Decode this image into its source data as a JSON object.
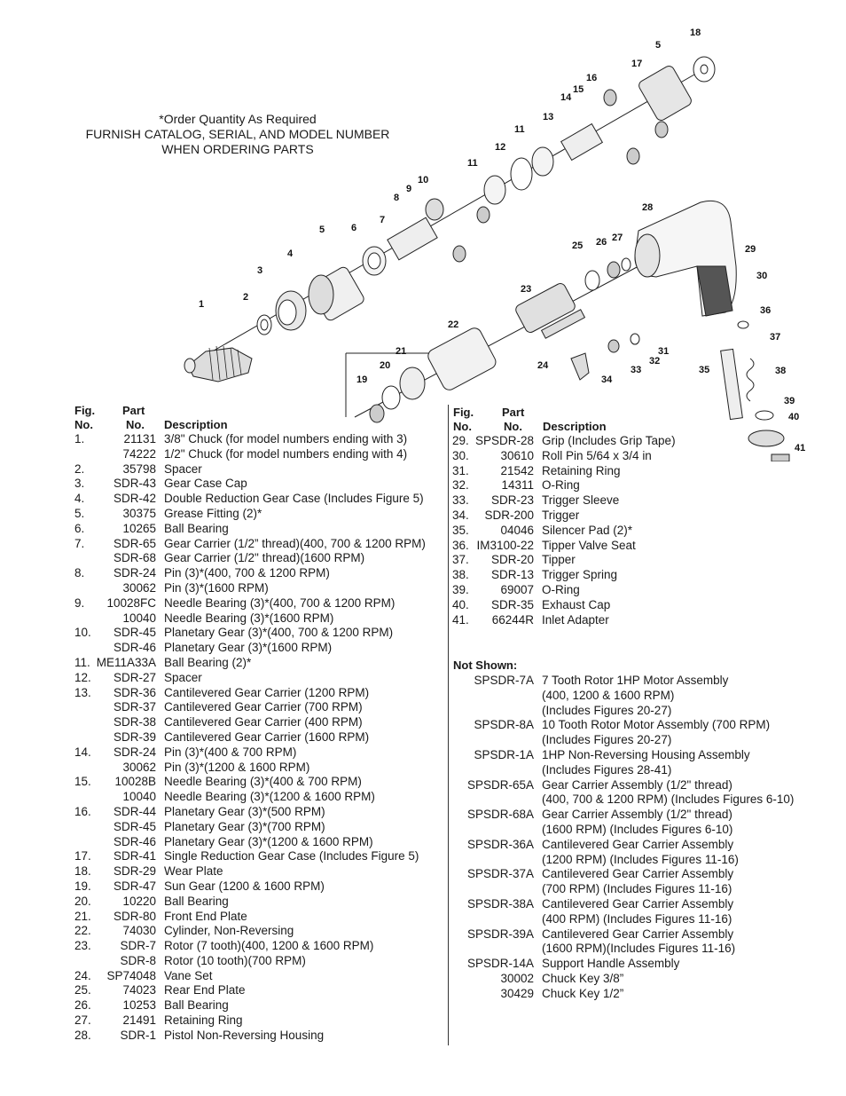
{
  "note": {
    "line1": "*Order Quantity As Required",
    "line2": "FURNISH CATALOG, SERIAL, AND MODEL NUMBER",
    "line3": "WHEN ORDERING PARTS"
  },
  "callouts": [
    "1",
    "2",
    "3",
    "4",
    "5",
    "6",
    "7",
    "8",
    "9",
    "10",
    "11",
    "12",
    "13",
    "14",
    "15",
    "16",
    "17",
    "18",
    "19",
    "20",
    "21",
    "22",
    "23",
    "24",
    "25",
    "26",
    "27",
    "28",
    "29",
    "30",
    "31",
    "32",
    "33",
    "34",
    "35",
    "36",
    "37",
    "38",
    "39",
    "40",
    "41",
    "5",
    "11"
  ],
  "headers": {
    "fig": "Fig.",
    "fig2": "No.",
    "part": "Part",
    "part2": "No.",
    "desc": "Description"
  },
  "left_rows": [
    {
      "fig": "1.",
      "pn": "21131",
      "desc": "3/8\" Chuck (for model numbers ending with 3)"
    },
    {
      "fig": "",
      "pn": "74222",
      "desc": "1/2\" Chuck (for model numbers ending with 4)"
    },
    {
      "fig": "2.",
      "pn": "35798",
      "desc": "Spacer"
    },
    {
      "fig": "3.",
      "pn": "SDR-43",
      "desc": "Gear Case Cap"
    },
    {
      "fig": "4.",
      "pn": "SDR-42",
      "desc": "Double Reduction Gear Case (Includes Figure 5)"
    },
    {
      "fig": "5.",
      "pn": "30375",
      "desc": "Grease Fitting (2)*"
    },
    {
      "fig": "6.",
      "pn": "10265",
      "desc": "Ball Bearing"
    },
    {
      "fig": "7.",
      "pn": "SDR-65",
      "desc": "Gear Carrier (1/2” thread)(400, 700 & 1200 RPM)"
    },
    {
      "fig": "",
      "pn": "SDR-68",
      "desc": "Gear Carrier (1/2\" thread)(1600 RPM)"
    },
    {
      "fig": "8.",
      "pn": "SDR-24",
      "desc": "Pin (3)*(400, 700 & 1200 RPM)"
    },
    {
      "fig": "",
      "pn": "30062",
      "desc": "Pin (3)*(1600 RPM)"
    },
    {
      "fig": "9.",
      "pn": "10028FC",
      "desc": "Needle Bearing (3)*(400, 700 & 1200 RPM)"
    },
    {
      "fig": "",
      "pn": "10040",
      "desc": "Needle Bearing (3)*(1600 RPM)"
    },
    {
      "fig": "10.",
      "pn": "SDR-45",
      "desc": "Planetary Gear (3)*(400, 700 & 1200 RPM)"
    },
    {
      "fig": "",
      "pn": "SDR-46",
      "desc": "Planetary Gear (3)*(1600 RPM)"
    },
    {
      "fig": "11.",
      "pn": "ME11A33A",
      "desc": "Ball Bearing (2)*"
    },
    {
      "fig": "12.",
      "pn": "SDR-27",
      "desc": "Spacer"
    },
    {
      "fig": "13.",
      "pn": "SDR-36",
      "desc": "Cantilevered Gear Carrier (1200 RPM)"
    },
    {
      "fig": "",
      "pn": "SDR-37",
      "desc": "Cantilevered Gear Carrier (700 RPM)"
    },
    {
      "fig": "",
      "pn": "SDR-38",
      "desc": "Cantilevered Gear Carrier (400 RPM)"
    },
    {
      "fig": "",
      "pn": "SDR-39",
      "desc": "Cantilevered Gear Carrier (1600 RPM)"
    },
    {
      "fig": "14.",
      "pn": "SDR-24",
      "desc": "Pin (3)*(400 & 700 RPM)"
    },
    {
      "fig": "",
      "pn": "30062",
      "desc": "Pin (3)*(1200 & 1600 RPM)"
    },
    {
      "fig": "15.",
      "pn": "10028B",
      "desc": "Needle Bearing (3)*(400 & 700 RPM)"
    },
    {
      "fig": "",
      "pn": "10040",
      "desc": "Needle Bearing (3)*(1200 & 1600 RPM)"
    },
    {
      "fig": "16.",
      "pn": "SDR-44",
      "desc": "Planetary Gear (3)*(500 RPM)"
    },
    {
      "fig": "",
      "pn": "SDR-45",
      "desc": "Planetary Gear (3)*(700 RPM)"
    },
    {
      "fig": "",
      "pn": "SDR-46",
      "desc": "Planetary Gear (3)*(1200 & 1600 RPM)"
    },
    {
      "fig": "17.",
      "pn": "SDR-41",
      "desc": "Single Reduction Gear Case (Includes Figure 5)"
    },
    {
      "fig": "18.",
      "pn": "SDR-29",
      "desc": "Wear Plate"
    },
    {
      "fig": "19.",
      "pn": "SDR-47",
      "desc": "Sun Gear (1200 & 1600 RPM)"
    },
    {
      "fig": "20.",
      "pn": "10220",
      "desc": "Ball Bearing"
    },
    {
      "fig": "21.",
      "pn": "SDR-80",
      "desc": "Front End Plate"
    },
    {
      "fig": "22.",
      "pn": "74030",
      "desc": "Cylinder, Non-Reversing"
    },
    {
      "fig": "23.",
      "pn": "SDR-7",
      "desc": "Rotor (7 tooth)(400, 1200 & 1600 RPM)"
    },
    {
      "fig": "",
      "pn": "SDR-8",
      "desc": "Rotor (10 tooth)(700 RPM)"
    },
    {
      "fig": "24.",
      "pn": "SP74048",
      "desc": "Vane Set"
    },
    {
      "fig": "25.",
      "pn": "74023",
      "desc": "Rear End Plate"
    },
    {
      "fig": "26.",
      "pn": "10253",
      "desc": "Ball Bearing"
    },
    {
      "fig": "27.",
      "pn": "21491",
      "desc": "Retaining Ring"
    },
    {
      "fig": "28.",
      "pn": "SDR-1",
      "desc": "Pistol Non-Reversing Housing"
    }
  ],
  "right_rows": [
    {
      "fig": "29.",
      "pn": "SPSDR-28",
      "desc": "Grip (Includes Grip Tape)"
    },
    {
      "fig": "30.",
      "pn": "30610",
      "desc": "Roll Pin 5/64 x 3/4 in"
    },
    {
      "fig": "31.",
      "pn": "21542",
      "desc": "Retaining Ring"
    },
    {
      "fig": "32.",
      "pn": "14311",
      "desc": "O-Ring"
    },
    {
      "fig": "33.",
      "pn": "SDR-23",
      "desc": "Trigger Sleeve"
    },
    {
      "fig": "34.",
      "pn": "SDR-200",
      "desc": "Trigger"
    },
    {
      "fig": "35.",
      "pn": "04046",
      "desc": "Silencer Pad (2)*"
    },
    {
      "fig": "36.",
      "pn": "IM3100-22",
      "desc": "Tipper Valve Seat"
    },
    {
      "fig": "37.",
      "pn": "SDR-20",
      "desc": "Tipper"
    },
    {
      "fig": "38.",
      "pn": "SDR-13",
      "desc": "Trigger Spring"
    },
    {
      "fig": "39.",
      "pn": "69007",
      "desc": "O-Ring"
    },
    {
      "fig": "40.",
      "pn": "SDR-35",
      "desc": "Exhaust Cap"
    },
    {
      "fig": "41.",
      "pn": "66244R",
      "desc": "Inlet Adapter"
    }
  ],
  "not_shown_title": "Not Shown:",
  "not_shown_rows": [
    {
      "pn": "SPSDR-7A",
      "desc": "7 Tooth Rotor 1HP Motor Assembly"
    },
    {
      "pn": "",
      "desc": "(400, 1200 & 1600 RPM)"
    },
    {
      "pn": "",
      "desc": "(Includes Figures 20-27)"
    },
    {
      "pn": "SPSDR-8A",
      "desc": "10 Tooth Rotor Motor Assembly (700 RPM)"
    },
    {
      "pn": "",
      "desc": "(Includes Figures 20-27)"
    },
    {
      "pn": "SPSDR-1A",
      "desc": "1HP Non-Reversing Housing Assembly"
    },
    {
      "pn": "",
      "desc": "(Includes Figures 28-41)"
    },
    {
      "pn": "SPSDR-65A",
      "desc": "Gear Carrier Assembly (1/2\" thread)"
    },
    {
      "pn": "",
      "desc": "(400, 700 & 1200 RPM) (Includes Figures 6-10)"
    },
    {
      "pn": "SPSDR-68A",
      "desc": "Gear Carrier Assembly (1/2\" thread)"
    },
    {
      "pn": "",
      "desc": "(1600 RPM) (Includes Figures 6-10)"
    },
    {
      "pn": "SPSDR-36A",
      "desc": "Cantilevered Gear Carrier Assembly"
    },
    {
      "pn": "",
      "desc": "(1200 RPM) (Includes Figures 11-16)"
    },
    {
      "pn": "SPSDR-37A",
      "desc": "Cantilevered Gear Carrier Assembly"
    },
    {
      "pn": "",
      "desc": "(700 RPM) (Includes Figures 11-16)"
    },
    {
      "pn": "SPSDR-38A",
      "desc": "Cantilevered Gear Carrier Assembly"
    },
    {
      "pn": "",
      "desc": "(400 RPM) (Includes Figures 11-16)"
    },
    {
      "pn": "SPSDR-39A",
      "desc": "Cantilevered Gear Carrier Assembly"
    },
    {
      "pn": "",
      "desc": "(1600 RPM)(Includes Figures 11-16)"
    },
    {
      "pn": "SPSDR-14A",
      "desc": "Support Handle Assembly"
    },
    {
      "pn": "30002",
      "desc": "Chuck Key 3/8”"
    },
    {
      "pn": "30429",
      "desc": "Chuck Key 1/2”"
    }
  ]
}
